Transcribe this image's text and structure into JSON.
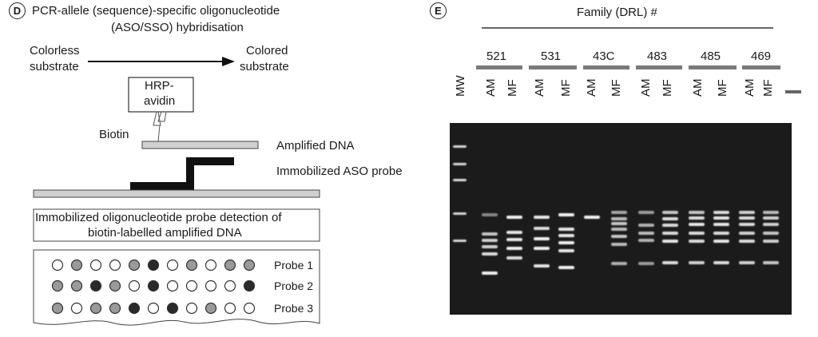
{
  "panel_d": {
    "letter": "D",
    "title_line1": "PCR-allele (sequence)-specific oligonucleotide",
    "title_line2": "(ASO/SSO) hybridisation",
    "colorless_line1": "Colorless",
    "colorless_line2": "substrate",
    "colored_line1": "Colored",
    "colored_line2": "substrate",
    "hrp_line1": "HRP-",
    "hrp_line2": "avidin",
    "biotin": "Biotin",
    "amplified_dna": "Amplified DNA",
    "aso_probe": "Immobilized ASO probe",
    "detection_line1": "Immobilized oligonucleotide probe detection of",
    "detection_line2": "biotin-labelled amplified DNA",
    "probes": [
      {
        "label": "Probe 1",
        "dots": [
          "white",
          "gray",
          "white",
          "white",
          "gray",
          "black",
          "white",
          "gray",
          "white",
          "gray",
          "gray"
        ]
      },
      {
        "label": "Probe 2",
        "dots": [
          "gray",
          "gray",
          "black",
          "gray",
          "white",
          "black",
          "white",
          "white",
          "white",
          "white",
          "black"
        ]
      },
      {
        "label": "Probe 3",
        "dots": [
          "gray",
          "white",
          "gray",
          "gray",
          "black",
          "white",
          "black",
          "white",
          "gray",
          "white",
          "white"
        ]
      }
    ],
    "dot_colors": {
      "white": "#ffffff",
      "gray": "#9a9a9a",
      "black": "#2a2a2a"
    }
  },
  "panel_e": {
    "letter": "E",
    "family_title": "Family (DRL) #",
    "families": [
      "521",
      "531",
      "43C",
      "483",
      "485",
      "469"
    ],
    "mw_label": "MW",
    "lane_labels": [
      "AM",
      "MF",
      "AM",
      "MF",
      "AM",
      "MF",
      "AM",
      "MF",
      "AM",
      "MF",
      "AM",
      "MF"
    ]
  }
}
